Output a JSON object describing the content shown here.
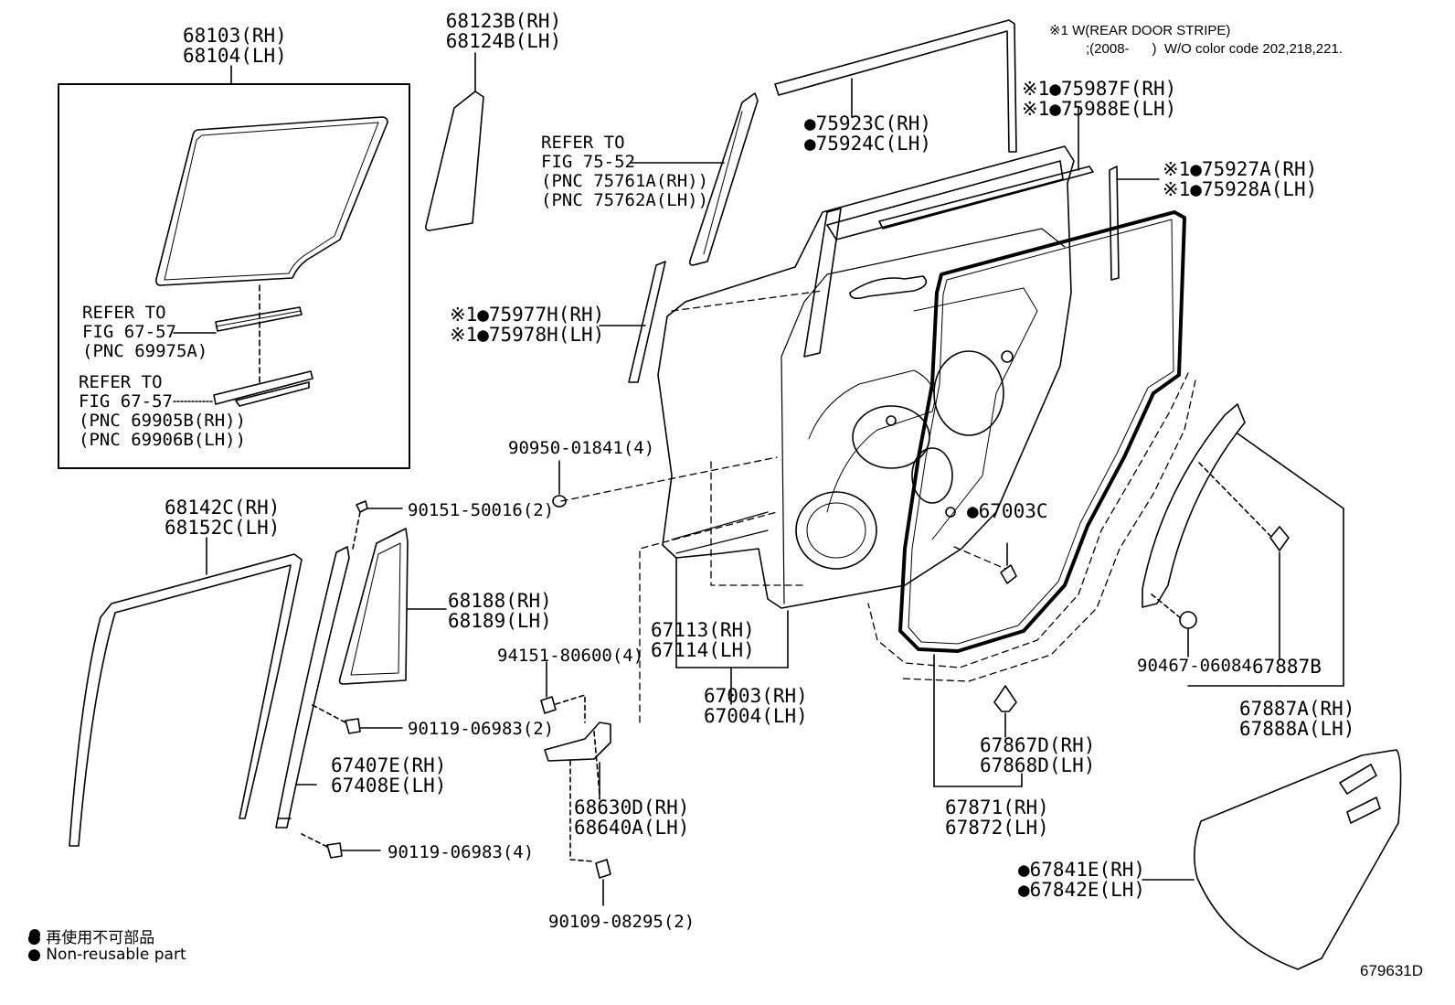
{
  "note": {
    "line1": "※1 W(REAR DOOR STRIPE)",
    "line2": ";(2008-      )  W/O color code 202,218,221."
  },
  "labels": {
    "p68103": "68103(RH)\n68104(LH)",
    "p68123": "68123B(RH)\n68124B(LH)",
    "refer7552": "REFER TO\nFIG 75-52\n(PNC 75761A(RH))\n(PNC 75762A(LH))",
    "p75923": "●75923C(RH)\n●75924C(LH)",
    "p75987": "※1●75987F(RH)\n※1●75988E(LH)",
    "p75927": "※1●75927A(RH)\n※1●75928A(LH)",
    "refer6757a": "REFER TO\nFIG 67-57\n(PNC 69975A)",
    "refer6757b": "REFER TO\nFIG 67-57\n(PNC 69905B(RH))\n(PNC 69906B(LH))",
    "p75977": "※1●75977H(RH)\n※1●75978H(LH)",
    "p90950": "90950-01841(4)",
    "p68142": "68142C(RH)\n68152C(LH)",
    "p90151": "90151-50016(2)",
    "p67003c": "●67003C",
    "p68188": "68188(RH)\n68189(LH)",
    "p67113": "67113(RH)\n67114(LH)",
    "p94151": "94151-80600(4)",
    "p67003": "67003(RH)\n67004(LH)",
    "p90119a": "90119-06983(2)",
    "p67407": "67407E(RH)\n67408E(LH)",
    "p68630": "68630D(RH)\n68640A(LH)",
    "p90119b": "90119-06983(4)",
    "p90109": "90109-08295(2)",
    "p67867": "67867D(RH)\n67868D(LH)",
    "p67871": "67871(RH)\n67872(LH)",
    "p90467": "90467-06084",
    "p67887b": "67887B",
    "p67887a": "67887A(RH)\n67888A(LH)",
    "p67841": "●67841E(RH)\n●67842E(LH)"
  },
  "legend": {
    "jp": "● 再使用不可部品",
    "en": "● Non-reusable part"
  },
  "figure_number": "679631D"
}
